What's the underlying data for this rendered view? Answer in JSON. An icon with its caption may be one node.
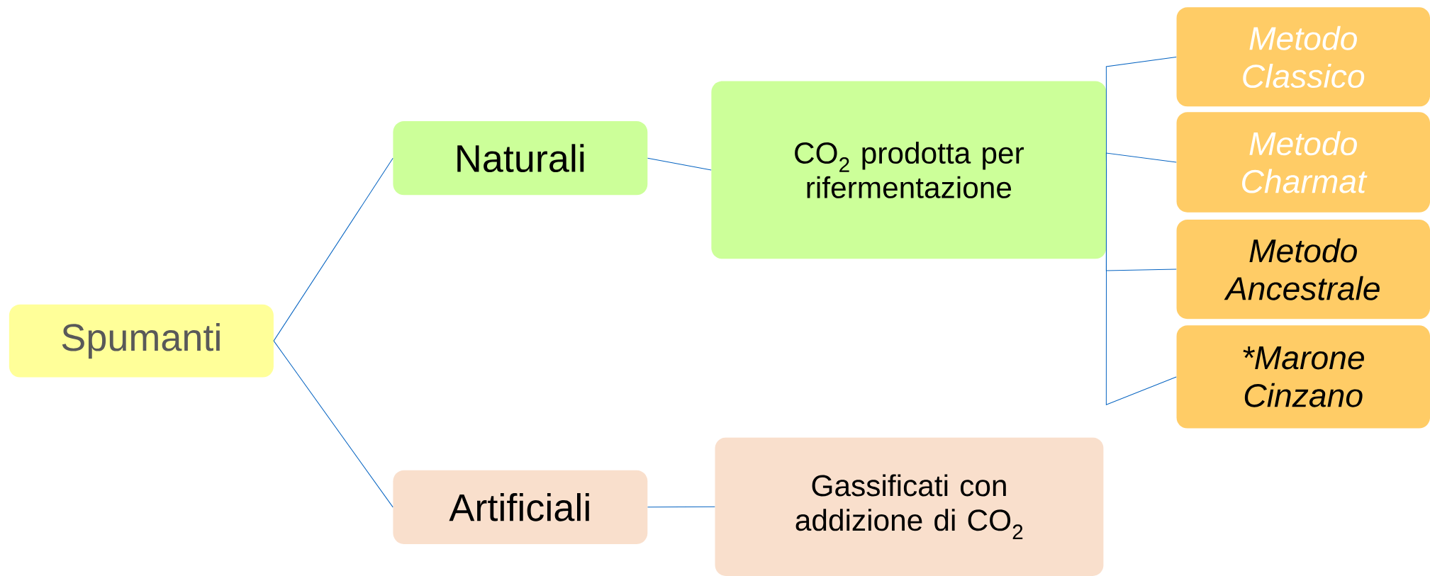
{
  "diagram": {
    "nodes": [
      {
        "text": [
          "Spumanti"
        ]
      },
      {
        "text": [
          "Naturali"
        ]
      },
      {
        "text": [
          "CO$_{2}$ prodotta per rifermentazione"
        ]
      },
      {
        "text": [
          "Metodo Classico"
        ]
      },
      {
        "text": [
          "Metodo Charmat"
        ]
      },
      {
        "text": [
          "Metodo Ancestrale"
        ]
      },
      {
        "text": [
          "*Marone Cinzano"
        ]
      },
      {
        "text": [
          "Artificiali"
        ]
      },
      {
        "text": [
          "Gassificati con addizione di CO$_{2}$"
        ]
      }
    ],
    "edges": [
      {
        "from": 0,
        "to": 1,
        "arrow": "none"
      },
      {
        "from": 0,
        "to": 7,
        "arrow": "none"
      },
      {
        "from": 1,
        "to": 2,
        "arrow": "none"
      },
      {
        "from": 2,
        "to": 3,
        "arrow": "none"
      },
      {
        "from": 2,
        "to": 4,
        "arrow": "none"
      },
      {
        "from": 2,
        "to": 5,
        "arrow": "none"
      },
      {
        "from": 2,
        "to": 6,
        "arrow": "none"
      },
      {
        "from": 7,
        "to": 8,
        "arrow": "none"
      }
    ]
  }
}
